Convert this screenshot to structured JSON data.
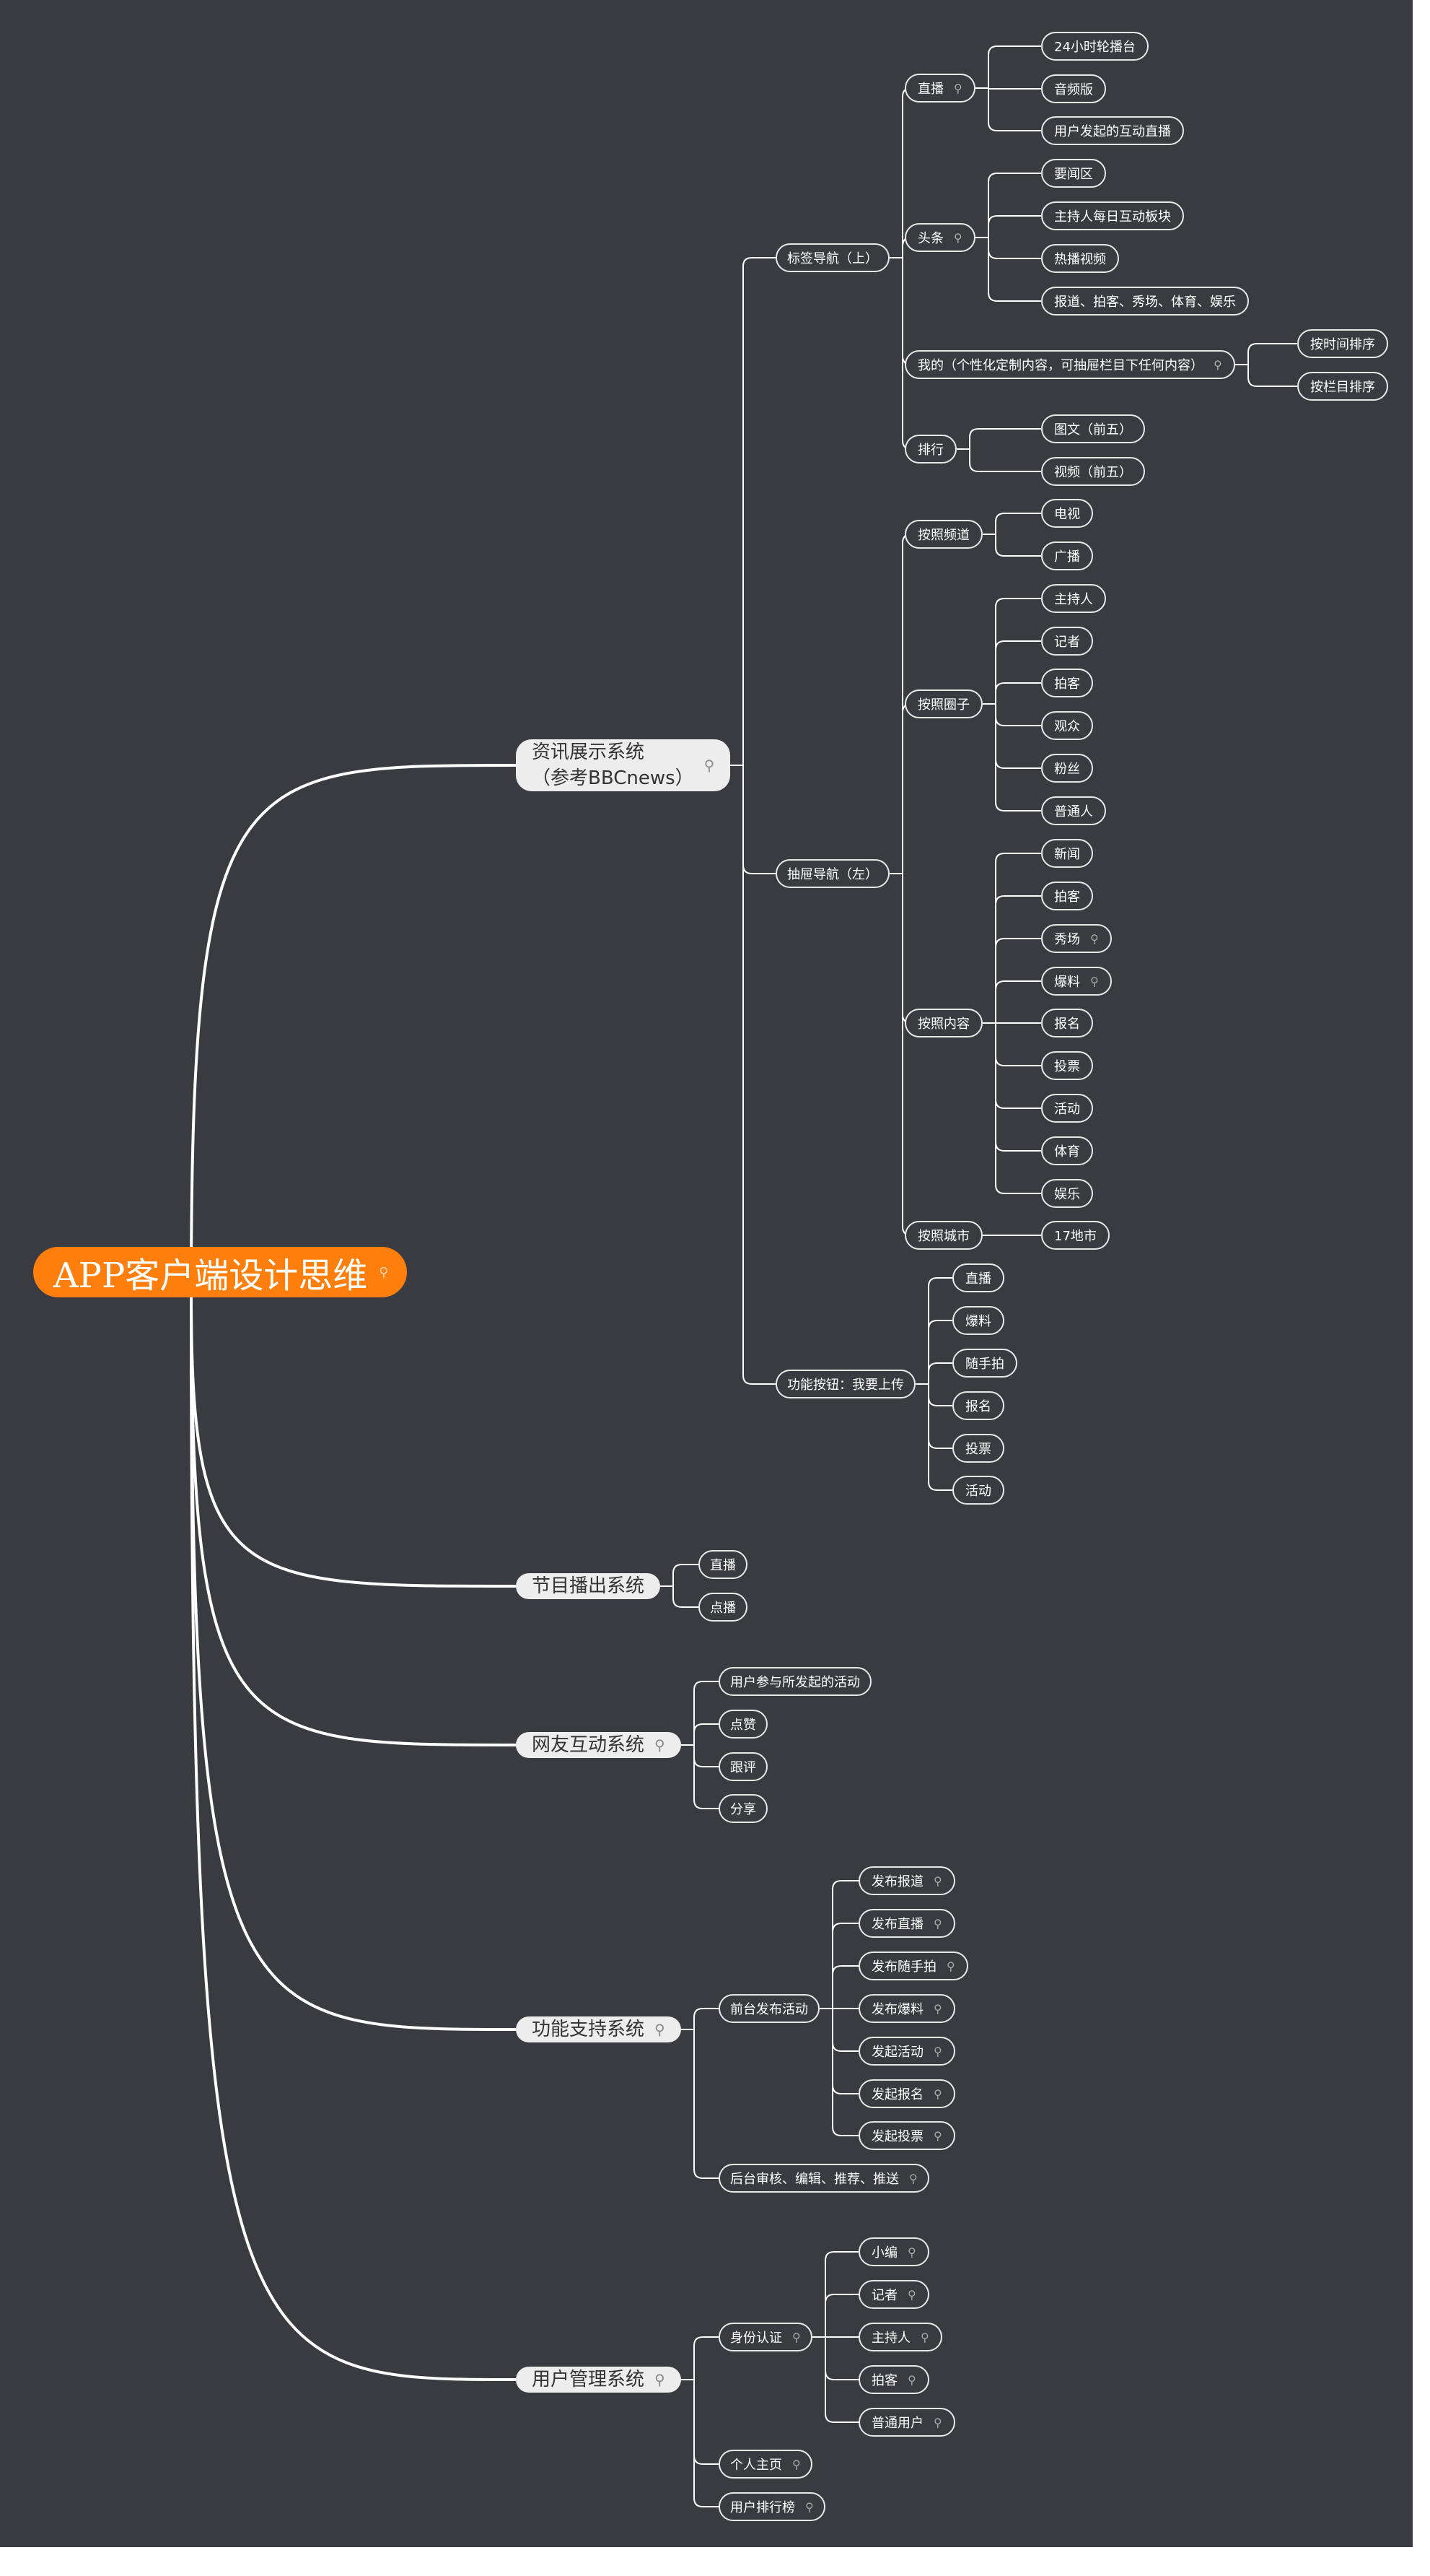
{
  "root": {
    "label": "APP客户端设计思维",
    "marker": "⚲"
  },
  "branches": [
    {
      "label": "资讯展示系统\n（参考BBCnews）",
      "marker": "⚲",
      "children": [
        {
          "label": "标签导航（上）",
          "children": [
            {
              "label": "直播",
              "marker": "⚲",
              "children": [
                {
                  "label": "24小时轮播台"
                },
                {
                  "label": "音频版"
                },
                {
                  "label": "用户发起的互动直播"
                }
              ]
            },
            {
              "label": "头条",
              "marker": "⚲",
              "children": [
                {
                  "label": "要闻区"
                },
                {
                  "label": "主持人每日互动板块"
                },
                {
                  "label": "热播视频"
                },
                {
                  "label": "报道、拍客、秀场、体育、娱乐"
                }
              ]
            },
            {
              "label": "我的（个性化定制内容，可抽屉栏目下任何内容）",
              "marker": "⚲",
              "children": [
                {
                  "label": "按时间排序"
                },
                {
                  "label": "按栏目排序"
                }
              ]
            },
            {
              "label": "排行",
              "children": [
                {
                  "label": "图文（前五）"
                },
                {
                  "label": "视频（前五）"
                }
              ]
            }
          ]
        },
        {
          "label": "抽屉导航（左）",
          "children": [
            {
              "label": "按照频道",
              "children": [
                {
                  "label": "电视"
                },
                {
                  "label": "广播"
                }
              ]
            },
            {
              "label": "按照圈子",
              "children": [
                {
                  "label": "主持人"
                },
                {
                  "label": "记者"
                },
                {
                  "label": "拍客"
                },
                {
                  "label": "观众"
                },
                {
                  "label": "粉丝"
                },
                {
                  "label": "普通人"
                }
              ]
            },
            {
              "label": "按照内容",
              "children": [
                {
                  "label": "新闻"
                },
                {
                  "label": "拍客"
                },
                {
                  "label": "秀场",
                  "marker": "⚲"
                },
                {
                  "label": "爆料",
                  "marker": "⚲"
                },
                {
                  "label": "报名"
                },
                {
                  "label": "投票"
                },
                {
                  "label": "活动"
                },
                {
                  "label": "体育"
                },
                {
                  "label": "娱乐"
                }
              ]
            },
            {
              "label": "按照城市",
              "children": [
                {
                  "label": "17地市"
                }
              ]
            }
          ]
        },
        {
          "label": "功能按钮：我要上传",
          "children": [
            {
              "label": "直播"
            },
            {
              "label": "爆料"
            },
            {
              "label": "随手拍"
            },
            {
              "label": "报名"
            },
            {
              "label": "投票"
            },
            {
              "label": "活动"
            }
          ]
        }
      ]
    },
    {
      "label": "节目播出系统",
      "children": [
        {
          "label": "直播"
        },
        {
          "label": "点播"
        }
      ]
    },
    {
      "label": "网友互动系统",
      "marker": "⚲",
      "children": [
        {
          "label": "用户参与所发起的活动"
        },
        {
          "label": "点赞"
        },
        {
          "label": "跟评"
        },
        {
          "label": "分享"
        }
      ]
    },
    {
      "label": "功能支持系统",
      "marker": "⚲",
      "children": [
        {
          "label": "前台发布活动",
          "children": [
            {
              "label": "发布报道",
              "marker": "⚲"
            },
            {
              "label": "发布直播",
              "marker": "⚲"
            },
            {
              "label": "发布随手拍",
              "marker": "⚲"
            },
            {
              "label": "发布爆料",
              "marker": "⚲"
            },
            {
              "label": "发起活动",
              "marker": "⚲"
            },
            {
              "label": "发起报名",
              "marker": "⚲"
            },
            {
              "label": "发起投票",
              "marker": "⚲"
            }
          ]
        },
        {
          "label": "后台审核、编辑、推荐、推送",
          "marker": "⚲"
        }
      ]
    },
    {
      "label": "用户管理系统",
      "marker": "⚲",
      "children": [
        {
          "label": "身份认证",
          "marker": "⚲",
          "children": [
            {
              "label": "小编",
              "marker": "⚲"
            },
            {
              "label": "记者",
              "marker": "⚲"
            },
            {
              "label": "主持人",
              "marker": "⚲"
            },
            {
              "label": "拍客",
              "marker": "⚲"
            },
            {
              "label": "普通用户",
              "marker": "⚲"
            }
          ]
        },
        {
          "label": "个人主页",
          "marker": "⚲"
        },
        {
          "label": "用户排行榜",
          "marker": "⚲"
        }
      ]
    }
  ]
}
